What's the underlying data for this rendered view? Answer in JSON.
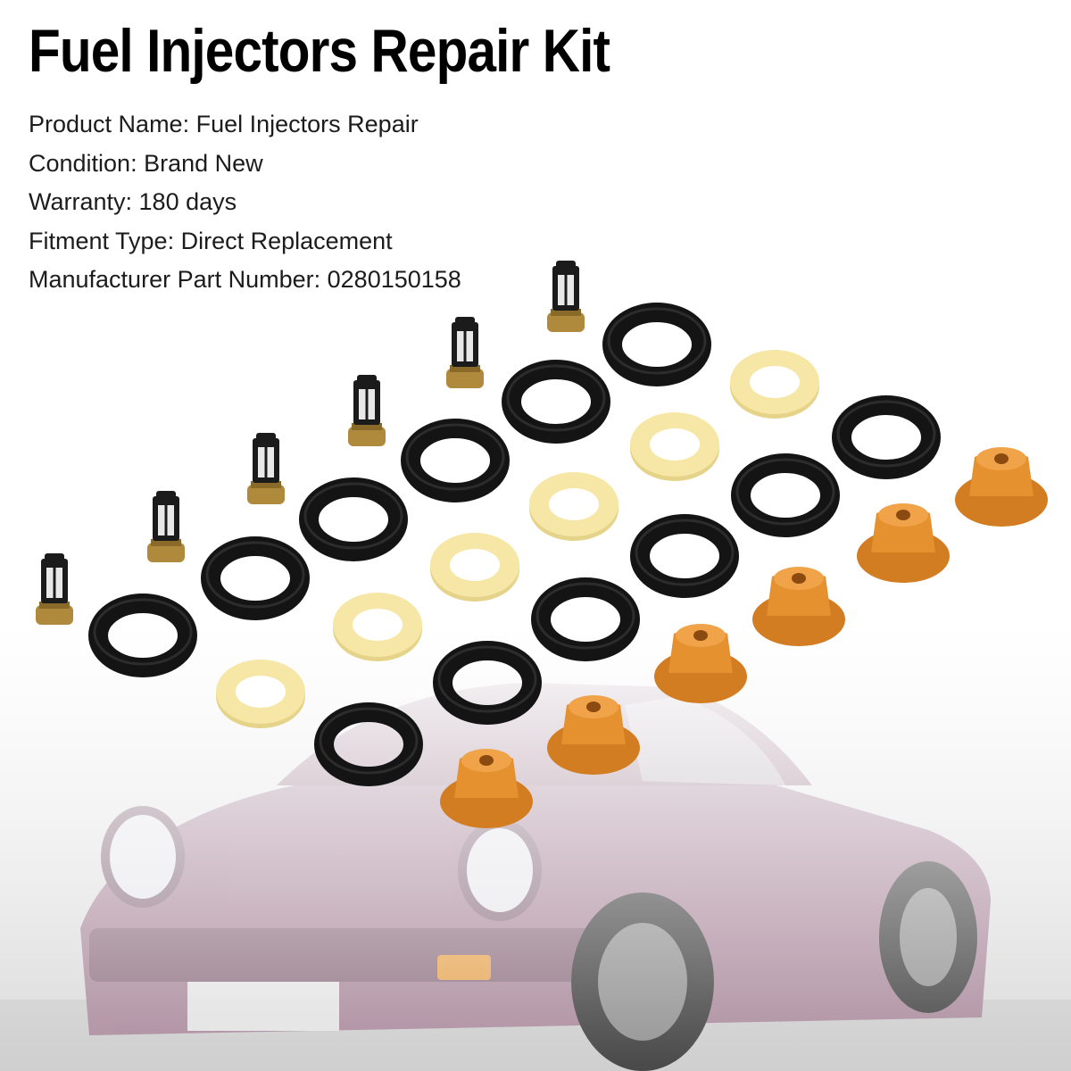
{
  "title": "Fuel Injectors Repair Kit",
  "specs": [
    {
      "label": "Product Name",
      "value": "Fuel Injectors Repair"
    },
    {
      "label": "Condition",
      "value": "Brand New"
    },
    {
      "label": "Warranty",
      "value": "180 days"
    },
    {
      "label": "Fitment Type",
      "value": "Direct Replacement"
    },
    {
      "label": "Manufacturer Part Number",
      "value": "0280150158"
    }
  ],
  "spec_separator": ": ",
  "kit_contents": {
    "filter_baskets": 6,
    "black_o_rings_large": 6,
    "black_o_rings_small": 6,
    "spacer_washers": 6,
    "pintle_caps": 6
  },
  "colors": {
    "o_ring": "#141414",
    "spacer": "#f6e7a6",
    "pintle_cap": "#e5912f",
    "filter_brass": "#b08a3c",
    "car_body": "#a9869a"
  }
}
